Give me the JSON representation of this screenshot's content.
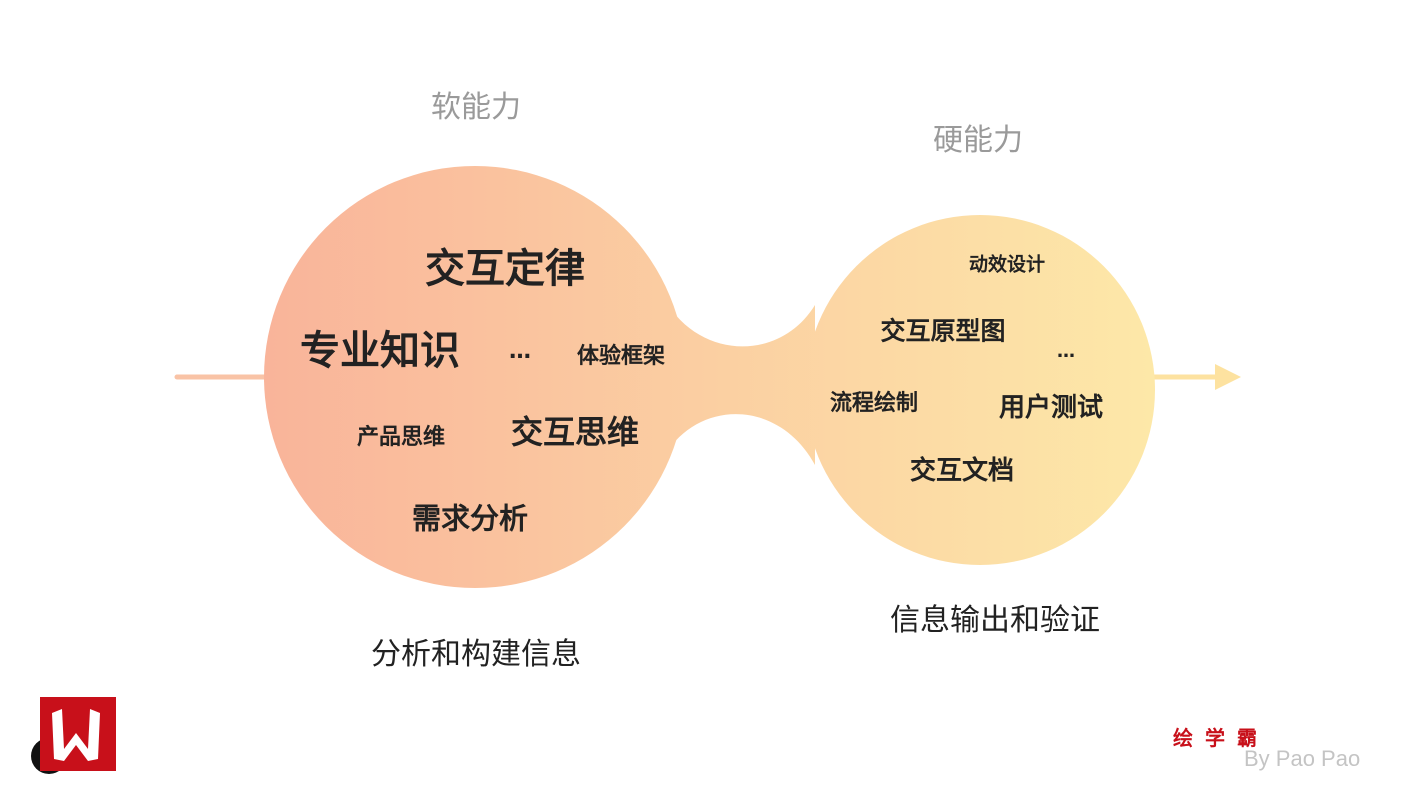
{
  "soft": {
    "title": "软能力",
    "items": [
      "交互定律",
      "专业知识",
      "…",
      "体验框架",
      "产品思维",
      "交互思维",
      "需求分析"
    ],
    "caption": "分析和构建信息"
  },
  "hard": {
    "title": "硬能力",
    "items": [
      "动效设计",
      "交互原型图",
      "…",
      "流程绘制",
      "用户测试",
      "交互文档"
    ],
    "caption": "信息输出和验证"
  },
  "watermark": {
    "brand": "绘学霸",
    "author": "By Pao Pao"
  },
  "colors": {
    "left": "#f9b49a",
    "right": "#fde8a8"
  }
}
